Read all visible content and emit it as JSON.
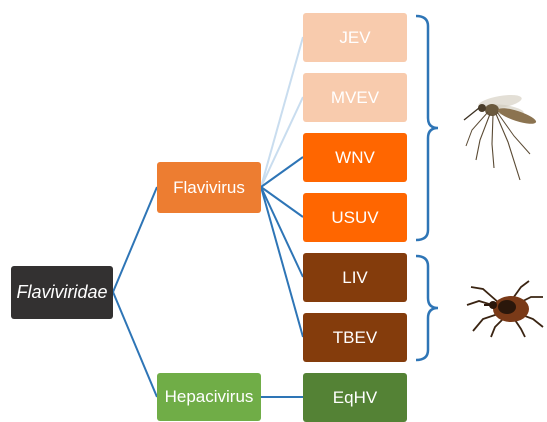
{
  "root": {
    "label": "Flaviviridae",
    "color": "#333131"
  },
  "genera": [
    {
      "id": "flavivirus",
      "label": "Flavivirus",
      "color": "#ED7D31"
    },
    {
      "id": "hepacivirus",
      "label": "Hepacivirus",
      "color": "#70AD47"
    }
  ],
  "viruses": [
    {
      "label": "JEV",
      "color": "#F8CBAD",
      "genus": "flavivirus",
      "link_color": "#C9DDEF"
    },
    {
      "label": "MVEV",
      "color": "#F8CBAD",
      "genus": "flavivirus",
      "link_color": "#C9DDEF"
    },
    {
      "label": "WNV",
      "color": "#FF6600",
      "genus": "flavivirus",
      "link_color": "#2E75B6"
    },
    {
      "label": "USUV",
      "color": "#FF6600",
      "genus": "flavivirus",
      "link_color": "#2E75B6"
    },
    {
      "label": "LIV",
      "color": "#843C0C",
      "genus": "flavivirus",
      "link_color": "#2E75B6"
    },
    {
      "label": "TBEV",
      "color": "#843C0C",
      "genus": "flavivirus",
      "link_color": "#2E75B6"
    },
    {
      "label": "EqHV",
      "color": "#548235",
      "genus": "hepacivirus",
      "link_color": "#2E75B6"
    }
  ],
  "vectors": [
    {
      "icon": "mosquito-icon",
      "groups": [
        "JEV",
        "MVEV",
        "WNV",
        "USUV"
      ]
    },
    {
      "icon": "tick-icon",
      "groups": [
        "LIV",
        "TBEV"
      ]
    }
  ],
  "line_color": "#2E75B6"
}
